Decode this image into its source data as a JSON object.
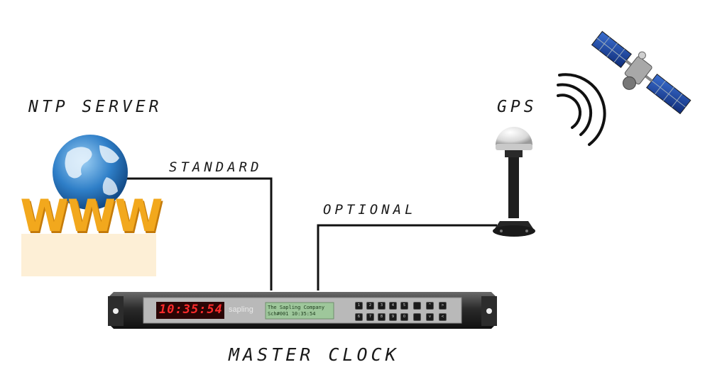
{
  "labels": {
    "ntp_server": "NTP SERVER",
    "standard": "STANDARD",
    "optional": "OPTIONAL",
    "gps": "GPS",
    "master_clock": "MASTER CLOCK"
  },
  "ntp_icon": {
    "text": "WWW",
    "color": "#f2a81d"
  },
  "clock": {
    "time": "10:35:54",
    "brand": "sapling",
    "lcd_line1": "The Sapling  Company",
    "lcd_line2": "Sch#001   10:35:54",
    "keypad_row1": [
      "1",
      "2",
      "3",
      "4",
      "5",
      "",
      "^",
      ">"
    ],
    "keypad_row2": [
      "6",
      "7",
      "8",
      "9",
      "0",
      "",
      "v",
      "<"
    ]
  },
  "colors": {
    "line": "#111111",
    "led": "#ff2b2b",
    "lcd": "#9ec79b",
    "panel": "#b9b9b9"
  }
}
